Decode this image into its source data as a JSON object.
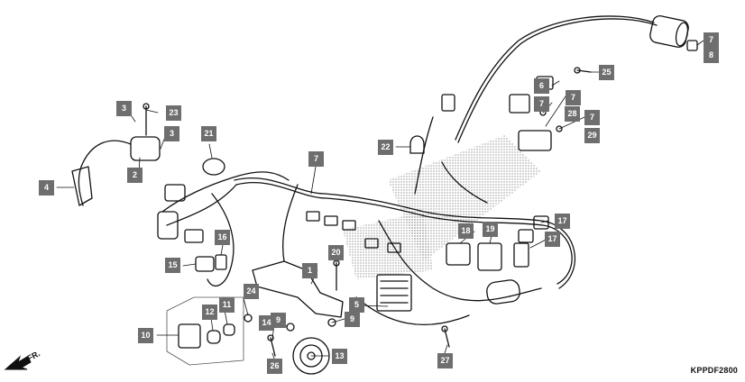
{
  "diagram": {
    "code": "KPPDF2800",
    "front_label": "FR.",
    "callouts": [
      {
        "id": "c1",
        "label": "1"
      },
      {
        "id": "c2",
        "label": "2"
      },
      {
        "id": "c3a",
        "label": "3"
      },
      {
        "id": "c3b",
        "label": "3"
      },
      {
        "id": "c4",
        "label": "4"
      },
      {
        "id": "c5",
        "label": "5"
      },
      {
        "id": "c6",
        "label": "6"
      },
      {
        "id": "c7a",
        "label": "7"
      },
      {
        "id": "c7b",
        "label": "7"
      },
      {
        "id": "c7c",
        "label": "7"
      },
      {
        "id": "c7d",
        "label": "7"
      },
      {
        "id": "c7e",
        "label": "7"
      },
      {
        "id": "c8",
        "label": "8"
      },
      {
        "id": "c9a",
        "label": "9"
      },
      {
        "id": "c9b",
        "label": "9"
      },
      {
        "id": "c10",
        "label": "10"
      },
      {
        "id": "c11",
        "label": "11"
      },
      {
        "id": "c12",
        "label": "12"
      },
      {
        "id": "c13",
        "label": "13"
      },
      {
        "id": "c14",
        "label": "14"
      },
      {
        "id": "c15",
        "label": "15"
      },
      {
        "id": "c16",
        "label": "16"
      },
      {
        "id": "c17a",
        "label": "17"
      },
      {
        "id": "c17b",
        "label": "17"
      },
      {
        "id": "c18",
        "label": "18"
      },
      {
        "id": "c19",
        "label": "19"
      },
      {
        "id": "c20",
        "label": "20"
      },
      {
        "id": "c21",
        "label": "21"
      },
      {
        "id": "c22",
        "label": "22"
      },
      {
        "id": "c23",
        "label": "23"
      },
      {
        "id": "c24",
        "label": "24"
      },
      {
        "id": "c25",
        "label": "25"
      },
      {
        "id": "c26",
        "label": "26"
      },
      {
        "id": "c27",
        "label": "27"
      },
      {
        "id": "c28",
        "label": "28"
      },
      {
        "id": "c29",
        "label": "29"
      }
    ]
  }
}
